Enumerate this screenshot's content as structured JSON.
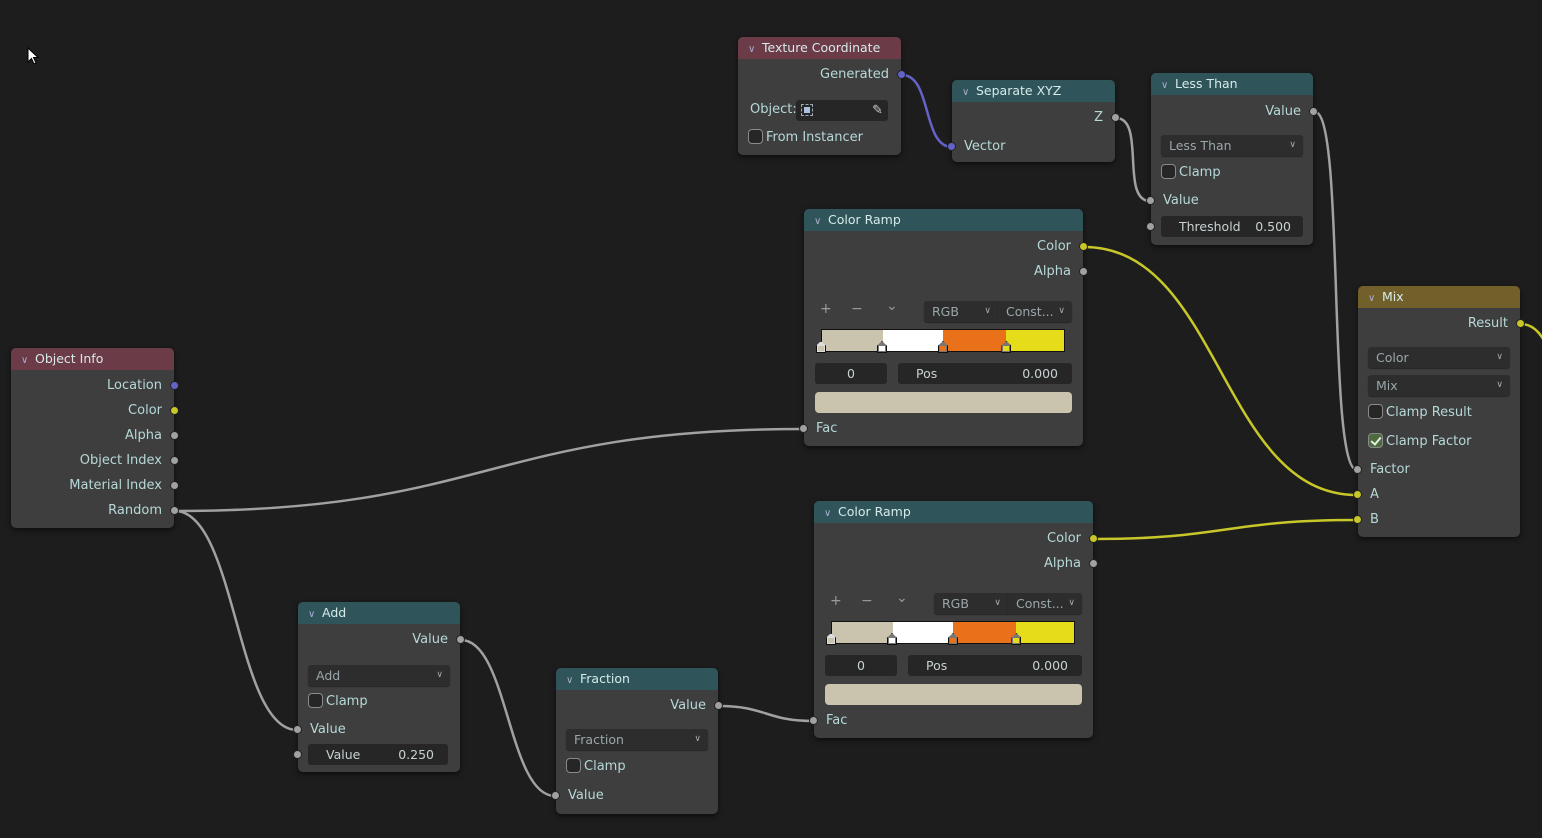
{
  "colors": {
    "input_header": "#6c3b48",
    "converter_header": "#2f555a",
    "mix_header": "#72602a",
    "socket_vector": "#6363c7",
    "socket_color": "#c7c729",
    "socket_float": "#a1a1a1",
    "background": "#1d1d1d"
  },
  "texture_coordinate": {
    "title": "Texture Coordinate",
    "output": "Generated",
    "object_label": "Object:",
    "from_instancer": "From Instancer",
    "from_instancer_checked": false
  },
  "separate_xyz": {
    "title": "Separate XYZ",
    "output": "Z",
    "input": "Vector"
  },
  "less_than": {
    "title": "Less Than",
    "output": "Value",
    "operation": "Less Than",
    "clamp": "Clamp",
    "clamp_checked": false,
    "input": "Value",
    "threshold_label": "Threshold",
    "threshold_value": "0.500"
  },
  "color_ramp_1": {
    "title": "Color Ramp",
    "out_color": "Color",
    "out_alpha": "Alpha",
    "add": "+",
    "remove": "−",
    "menu": "⌄",
    "color_mode": "RGB",
    "interpolation": "Const...",
    "index": "0",
    "pos_label": "Pos",
    "pos_value": "0.000",
    "input": "Fac",
    "stops": [
      {
        "pos": 0.0,
        "color": "#cac4ae"
      },
      {
        "pos": 0.25,
        "color": "#ffffff"
      },
      {
        "pos": 0.5,
        "color": "#e8711a"
      },
      {
        "pos": 0.76,
        "color": "#e6dc1a"
      }
    ]
  },
  "color_ramp_2": {
    "title": "Color Ramp",
    "out_color": "Color",
    "out_alpha": "Alpha",
    "add": "+",
    "remove": "−",
    "menu": "⌄",
    "color_mode": "RGB",
    "interpolation": "Const...",
    "index": "0",
    "pos_label": "Pos",
    "pos_value": "0.000",
    "input": "Fac",
    "stops": [
      {
        "pos": 0.0,
        "color": "#cac4ae"
      },
      {
        "pos": 0.25,
        "color": "#ffffff"
      },
      {
        "pos": 0.5,
        "color": "#e8711a"
      },
      {
        "pos": 0.76,
        "color": "#e6dc1a"
      }
    ]
  },
  "object_info": {
    "title": "Object Info",
    "outputs": [
      "Location",
      "Color",
      "Alpha",
      "Object Index",
      "Material Index",
      "Random"
    ]
  },
  "add": {
    "title": "Add",
    "output": "Value",
    "operation": "Add",
    "clamp": "Clamp",
    "clamp_checked": false,
    "input": "Value",
    "value_label": "Value",
    "value": "0.250"
  },
  "fraction": {
    "title": "Fraction",
    "output": "Value",
    "operation": "Fraction",
    "clamp": "Clamp",
    "clamp_checked": false,
    "input": "Value"
  },
  "mix": {
    "title": "Mix",
    "output": "Result",
    "data_type": "Color",
    "blend_mode": "Mix",
    "clamp_result": "Clamp Result",
    "clamp_result_checked": false,
    "clamp_factor": "Clamp Factor",
    "clamp_factor_checked": true,
    "inputs": [
      "Factor",
      "A",
      "B"
    ]
  }
}
